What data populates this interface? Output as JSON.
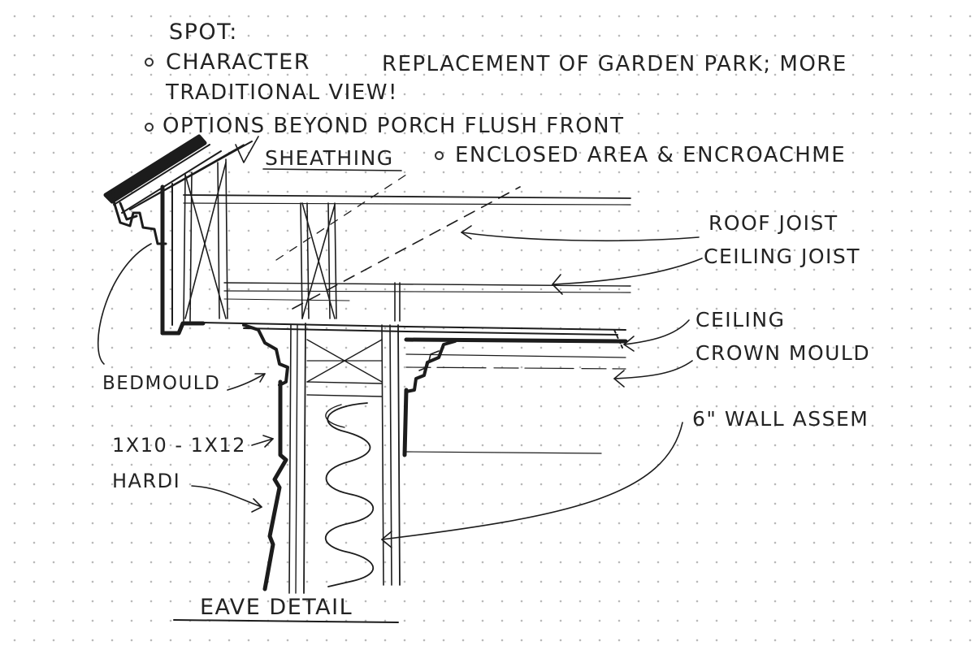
{
  "notes": {
    "spot": "SPOT:",
    "character_label": "CHARACTER",
    "character_text": "REPLACEMENT OF GARDEN PARK; MORE",
    "character_text_2": "TRADITIONAL VIEW!",
    "options": "OPTIONS BEYOND PORCH FLUSH FRONT",
    "enclosed": "ENCLOSED AREA & ENCROACHME"
  },
  "labels": {
    "sheathing": "SHEATHING",
    "roof_joist": "ROOF JOIST",
    "ceiling_joist": "CEILING JOIST",
    "ceiling": "CEILING",
    "crown_mould": "CROWN MOULD",
    "bedmould": "BEDMOULD",
    "wall_assembly": "6\" WALL ASSEM",
    "trim": "1X10 - 1X12",
    "hardi": "HARDI",
    "title": "EAVE DETAIL"
  },
  "colors": {
    "ink": "#1c1c1c",
    "light_ink": "#555555",
    "dot_grid": "#b9b9b9"
  }
}
